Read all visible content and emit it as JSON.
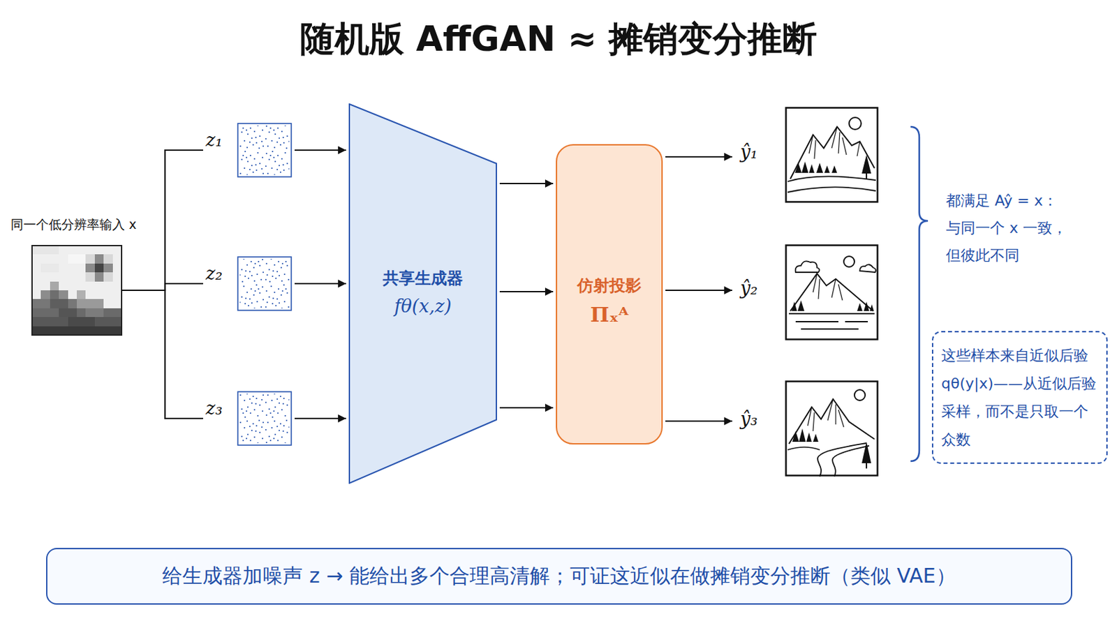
{
  "diagram": {
    "title": "随机版 AffGAN ≈ 摊销变分推断",
    "nodes": [
      {
        "text": [
          "同一个低分辨率输入 x"
        ]
      },
      {
        "text": [
          "z₁"
        ]
      },
      {
        "text": [
          "z₂"
        ]
      },
      {
        "text": [
          "z₃"
        ]
      },
      {
        "text": [
          "共享生成器",
          "fθ(x,z)"
        ]
      },
      {
        "text": [
          "仿射投影",
          "Πₓᴬ"
        ]
      },
      {
        "text": [
          "ŷ₁"
        ]
      },
      {
        "text": [
          "ŷ₂"
        ]
      },
      {
        "text": [
          "ŷ₃"
        ]
      },
      {
        "text": [
          "这些样本来自近似后验 qθ(y|x)——从近似后验采样，而不是只取一个众数"
        ]
      },
      {
        "text": [
          "给生成器加噪声 z → 能给出多个合理高清解；可证这近似在做摊销变分推断（类似 VAE）"
        ]
      }
    ],
    "edges": [
      {
        "from": 0,
        "to": 1,
        "arrow": "none"
      },
      {
        "from": 0,
        "to": 2,
        "arrow": "none"
      },
      {
        "from": 0,
        "to": 3,
        "arrow": "none"
      },
      {
        "from": 1,
        "to": 4,
        "arrow": "to"
      },
      {
        "from": 2,
        "to": 4,
        "arrow": "to"
      },
      {
        "from": 3,
        "to": 4,
        "arrow": "to"
      },
      {
        "from": 4,
        "to": 5,
        "arrow": "to"
      },
      {
        "from": 4,
        "to": 5,
        "arrow": "to"
      },
      {
        "from": 4,
        "to": 5,
        "arrow": "to"
      },
      {
        "from": 5,
        "to": 6,
        "arrow": "to"
      },
      {
        "from": 5,
        "to": 7,
        "arrow": "to"
      },
      {
        "from": 5,
        "to": 8,
        "arrow": "to"
      }
    ],
    "labels": [
      "都满足 Aŷ = x： 与同一个 x 一致， 但彼此不同"
    ]
  }
}
